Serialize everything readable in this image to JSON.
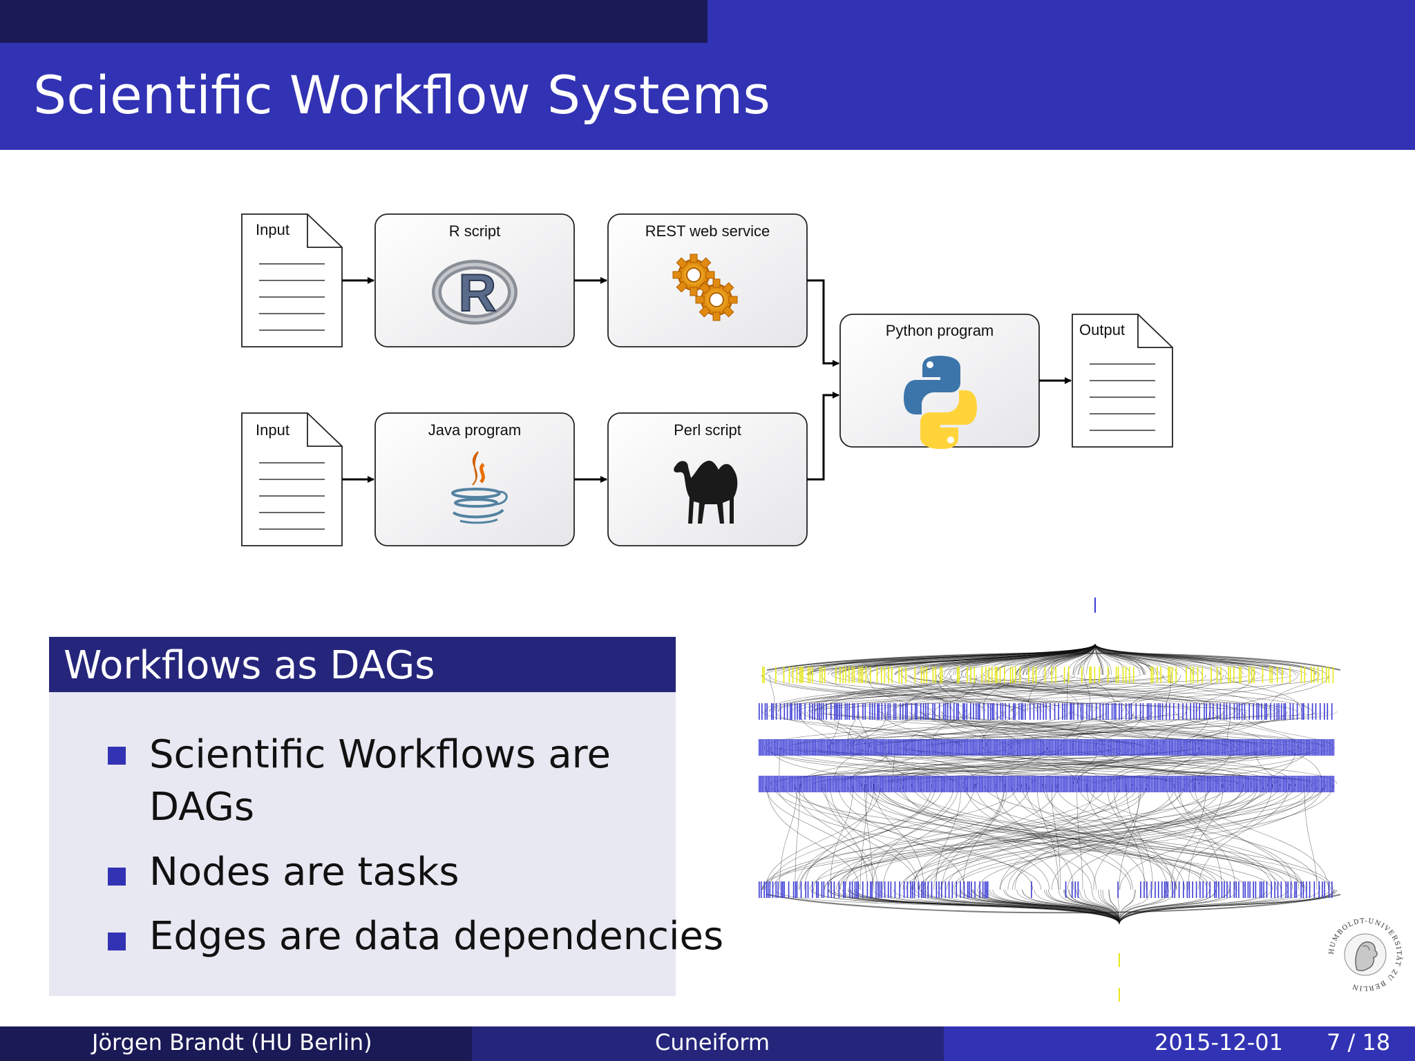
{
  "slide": {
    "title": "Scientific Workflow Systems"
  },
  "diagram": {
    "nodes": [
      {
        "id": "input1",
        "label": "Input",
        "kind": "document"
      },
      {
        "id": "rscript",
        "label": "R script",
        "kind": "process",
        "icon": "r-logo-icon"
      },
      {
        "id": "rest",
        "label": "REST web service",
        "kind": "process",
        "icon": "gears-icon"
      },
      {
        "id": "input2",
        "label": "Input",
        "kind": "document"
      },
      {
        "id": "java",
        "label": "Java program",
        "kind": "process",
        "icon": "java-logo-icon"
      },
      {
        "id": "perl",
        "label": "Perl script",
        "kind": "process",
        "icon": "camel-icon"
      },
      {
        "id": "python",
        "label": "Python program",
        "kind": "process",
        "icon": "python-logo-icon"
      },
      {
        "id": "output",
        "label": "Output",
        "kind": "document"
      }
    ],
    "edges": [
      [
        "input1",
        "rscript"
      ],
      [
        "rscript",
        "rest"
      ],
      [
        "rest",
        "python"
      ],
      [
        "input2",
        "java"
      ],
      [
        "java",
        "perl"
      ],
      [
        "perl",
        "python"
      ],
      [
        "python",
        "output"
      ]
    ],
    "r_letter": "R"
  },
  "block": {
    "title": "Workflows as DAGs",
    "bullets": [
      {
        "line1": "Scientific Workflows are",
        "line2": "DAGs"
      },
      {
        "line1": "Nodes are tasks"
      },
      {
        "line1": "Edges are data dependencies"
      }
    ]
  },
  "graph_image": {
    "colors": {
      "yellow": "#e8e81a",
      "blue": "#3a3ad6",
      "edges": "#111111"
    }
  },
  "footer": {
    "author": "Jörgen Brandt  (HU Berlin)",
    "title": "Cuneiform",
    "date": "2015-12-01",
    "page": "7 / 18"
  },
  "seal": {
    "text": "HUMBOLDT-UNIVERSITÄT ZU BERLIN"
  },
  "colors": {
    "primary": "#3232b4",
    "dark": "#1a1a57",
    "mid": "#25257b",
    "block_body": "#e8e8f2"
  }
}
